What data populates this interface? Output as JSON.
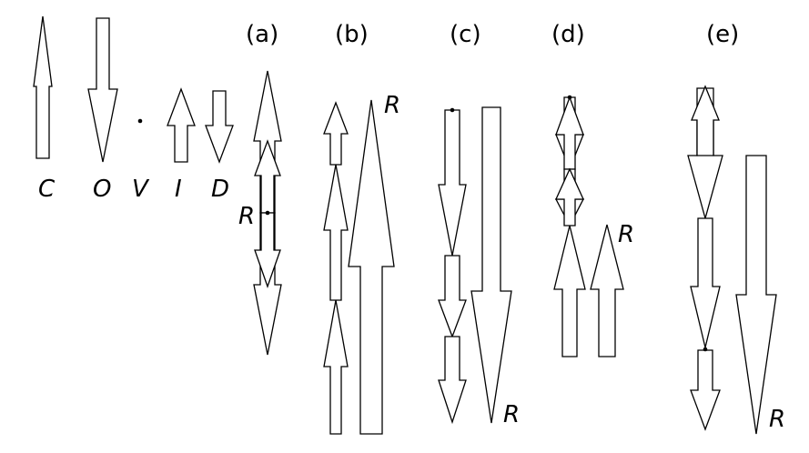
{
  "legend": {
    "C": "C",
    "O": "O",
    "V": "V",
    "I": "I",
    "D": "D"
  },
  "panels": {
    "a": "(a)",
    "b": "(b)",
    "c": "(c)",
    "d": "(d)",
    "e": "(e)"
  },
  "resultant_label": "R"
}
